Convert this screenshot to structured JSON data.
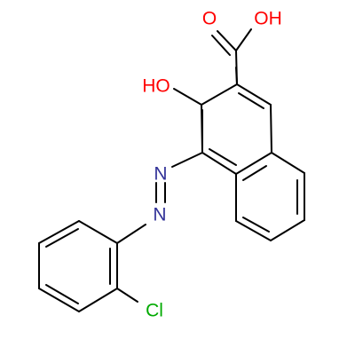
{
  "molecule": {
    "atoms": {
      "carboxyl_o": {
        "label": "O",
        "color": "#ff0000"
      },
      "carboxyl_oh": {
        "label": "OH",
        "color": "#ff0000"
      },
      "hydroxyl": {
        "label": "HO",
        "color": "#ff0000"
      },
      "azo_n1": {
        "label": "N",
        "color": "#333399"
      },
      "azo_n2": {
        "label": "N",
        "color": "#333399"
      },
      "chlorine": {
        "label": "Cl",
        "color": "#00aa00"
      }
    },
    "bond_color": "#000000"
  }
}
